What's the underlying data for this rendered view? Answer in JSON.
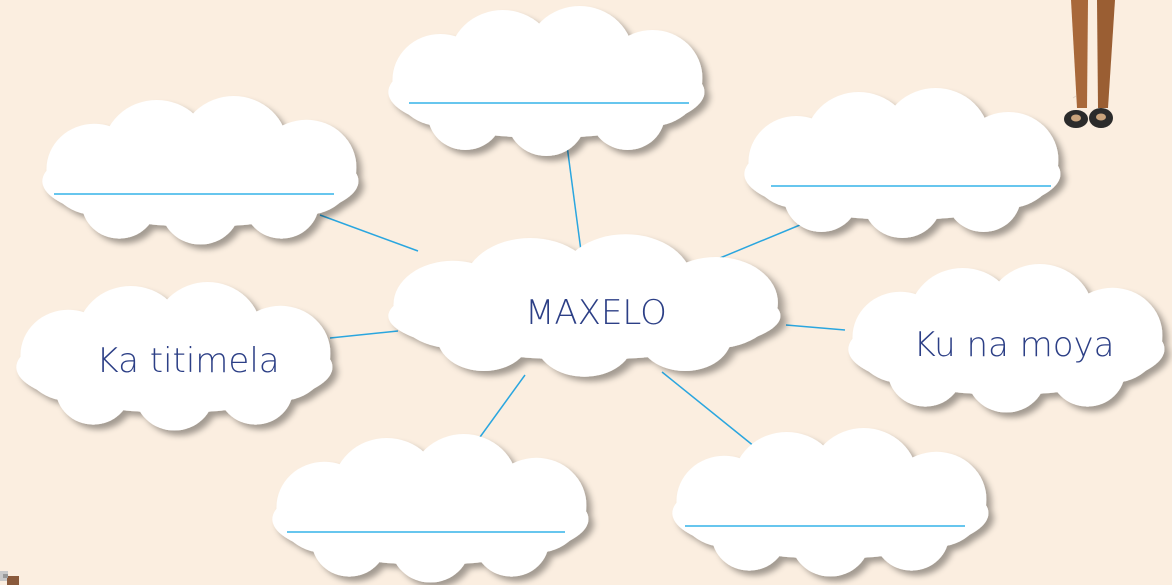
{
  "diagram": {
    "center": {
      "label": "MAXELO"
    },
    "nodes": [
      {
        "id": "top",
        "label": "",
        "blank": true
      },
      {
        "id": "top-left",
        "label": "",
        "blank": true
      },
      {
        "id": "top-right",
        "label": "",
        "blank": true
      },
      {
        "id": "left",
        "label": "Ka titimela",
        "blank": false
      },
      {
        "id": "right",
        "label": "Ku na moya",
        "blank": false
      },
      {
        "id": "bottom-left",
        "label": "",
        "blank": true
      },
      {
        "id": "bottom-right",
        "label": "",
        "blank": true
      }
    ]
  },
  "colors": {
    "background": "#fbeee0",
    "cloud": "#ffffff",
    "connector": "#2aa6df",
    "blank_line": "#35b4e8",
    "text": "#2c3f86",
    "legs": "#a8683a",
    "shoes": "#2b2b2b"
  },
  "decorations": [
    "person-legs-illustration"
  ]
}
